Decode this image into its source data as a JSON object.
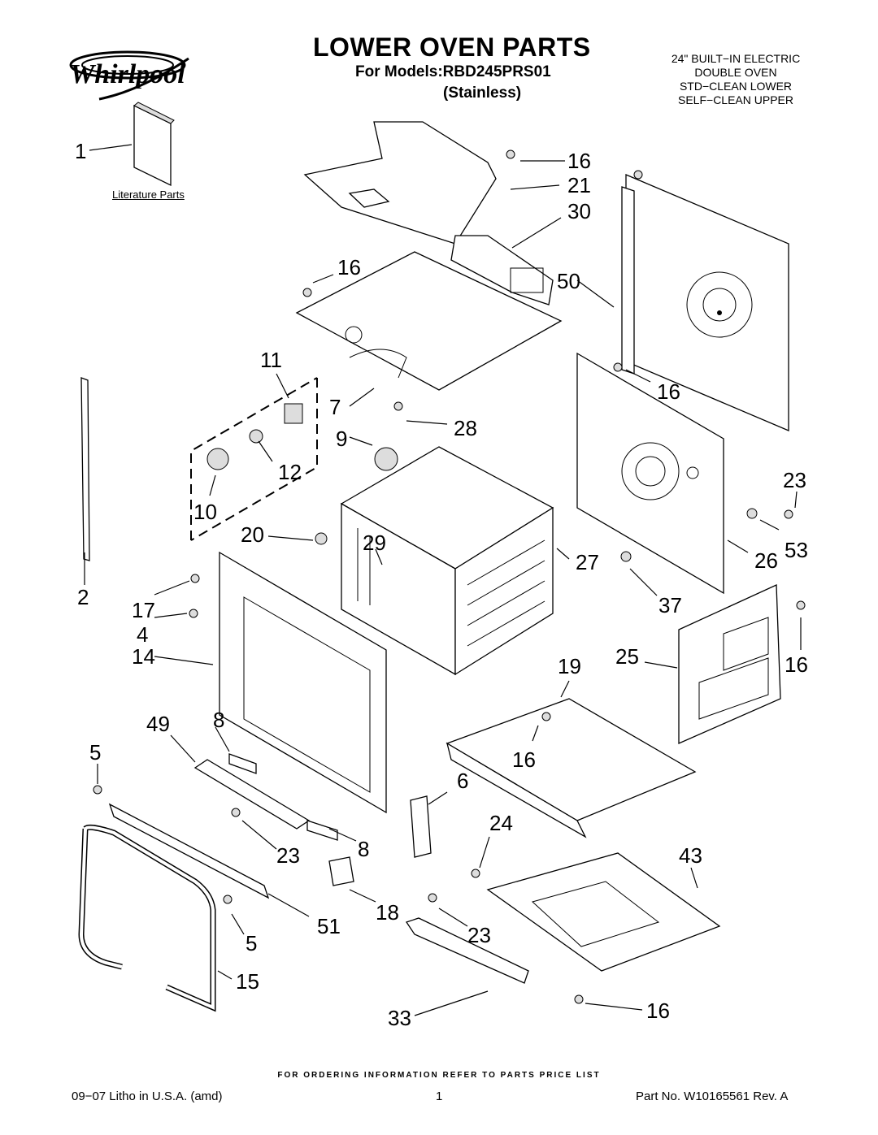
{
  "header": {
    "brand": "Whirlpool",
    "title": "LOWER OVEN PARTS",
    "models_line": "For Models:RBD245PRS01",
    "finish": "(Stainless)",
    "spec_lines": [
      "24\" BUILT−IN ELECTRIC",
      "DOUBLE OVEN",
      "STD−CLEAN LOWER",
      "SELF−CLEAN UPPER"
    ]
  },
  "literature_label": "Literature Parts",
  "callouts": [
    "1",
    "16",
    "21",
    "30",
    "16",
    "50",
    "11",
    "16",
    "7",
    "28",
    "9",
    "12",
    "23",
    "10",
    "20",
    "29",
    "27",
    "53",
    "26",
    "2",
    "17",
    "4",
    "37",
    "14",
    "25",
    "19",
    "16",
    "49",
    "8",
    "5",
    "16",
    "6",
    "24",
    "43",
    "23",
    "8",
    "18",
    "51",
    "23",
    "5",
    "15",
    "33",
    "16"
  ],
  "footer": {
    "ordering_note": "FOR ORDERING INFORMATION REFER TO PARTS PRICE LIST",
    "litho": "09−07 Litho in U.S.A. (amd)",
    "page": "1",
    "part_no": "Part No. W10165561 Rev. A"
  }
}
